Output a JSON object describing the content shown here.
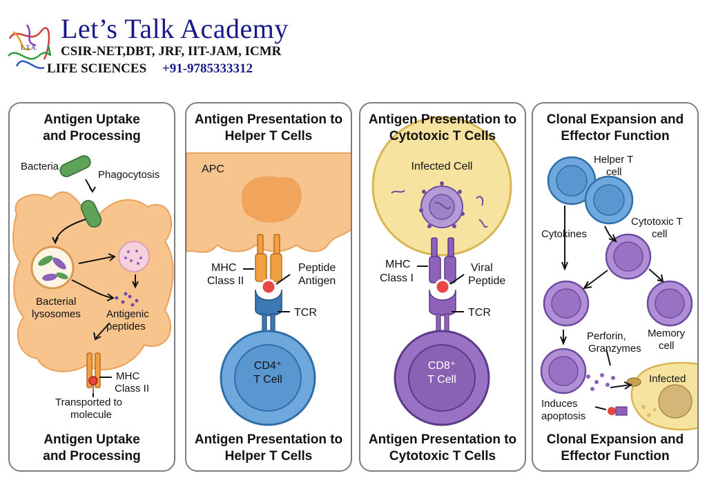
{
  "header": {
    "title": "Let’s Talk Academy",
    "subtitle": "CSIR-NET,DBT, JRF, IIT-JAM, ICMR",
    "subject": "LIFE SCIENCES",
    "phone": "+91-9785333312",
    "logo_icon": "molecule-logo-icon",
    "logo_text": "L.T.A."
  },
  "panels": [
    {
      "title": "Antigen Uptake and Processing",
      "footer": "Antigen Uptake and Processing",
      "labels": {
        "bacteria": "Bacteria",
        "phagocytosis": "Phagocytosis",
        "bacterial": "Bacterial",
        "lysosomes": "lysosomes",
        "antigenic": "Antigenic",
        "peptides": "peptides",
        "mhc": "MHC",
        "class2": "Class II",
        "transported": "Transported to",
        "molecule": "molecule"
      }
    },
    {
      "title": "Antigen Presentation to Helper T Cells",
      "footer": "Antigen Presentation to Helper T Cells",
      "labels": {
        "apc": "APC",
        "mhc": "MHC",
        "class2": "Class II",
        "peptide": "Peptide",
        "antigen": "Antigen",
        "tcr": "TCR",
        "cd4": "CD4⁺",
        "tcell": "T Cell"
      }
    },
    {
      "title": "Antigen Presentation to Cytotoxic T Cells",
      "footer": "Antigen Presentation to Cytotoxic T Cells",
      "labels": {
        "infected_cell": "Infected Cell",
        "mhc": "MHC",
        "class1": "Class I",
        "viral": "Viral",
        "peptide": "Peptide",
        "tcr": "TCR",
        "cd8": "CD8⁺",
        "tcell": "T Cell"
      }
    },
    {
      "title": "Clonal Expansion and Effector Function",
      "footer": "Clonal Expansion and Effector Function",
      "labels": {
        "helper": "Helper T",
        "cell1": "cell",
        "cytokines": "Cytokines",
        "cytotoxic": "Cytotoxic T",
        "cell2": "cell",
        "memory": "Memory",
        "cell3": "cell",
        "perforin": "Perforin,",
        "granzymes": "Granzymes",
        "infected": "Infected",
        "induces": "Induces",
        "apoptosis": "apoptosis"
      }
    }
  ],
  "colors": {
    "apc": "#f8c48e",
    "apc_stroke": "#e9a15a",
    "nucleus": "#f0a45c",
    "bacteria": "#5fa25a",
    "helper_t": "#6fa8dc",
    "cytotoxic_t": "#9a72c4",
    "infected_cell": "#f7e3a0",
    "peptide": "#e84545",
    "tcr": "#3e78b2",
    "mhc2": "#f0a040",
    "mhc1": "#8e62b8"
  }
}
